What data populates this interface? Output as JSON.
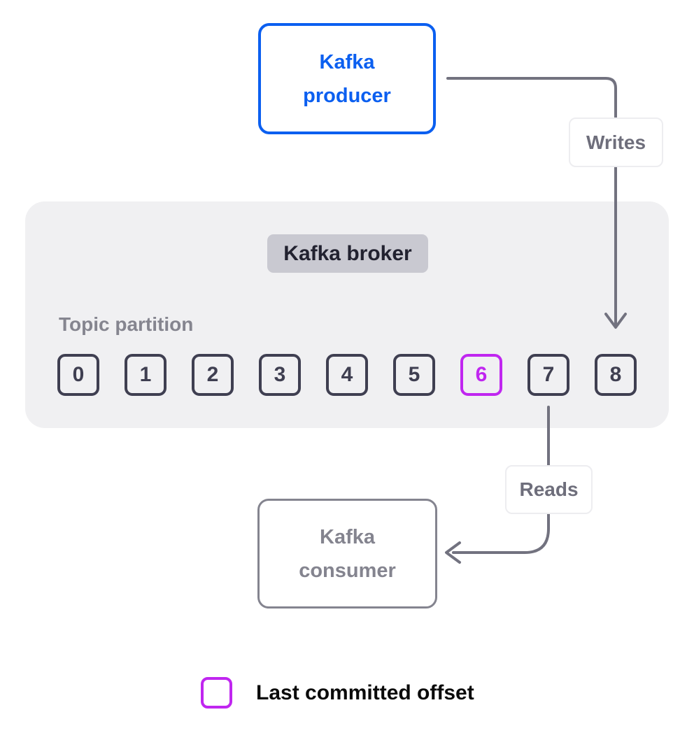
{
  "producer": {
    "label": "Kafka producer"
  },
  "consumer": {
    "label": "Kafka consumer"
  },
  "arrows": {
    "writes_label": "Writes",
    "reads_label": "Reads"
  },
  "broker": {
    "label": "Kafka broker",
    "partition_section_label": "Topic partition",
    "partitions": [
      "0",
      "1",
      "2",
      "3",
      "4",
      "5",
      "6",
      "7",
      "8"
    ],
    "highlighted_partition": "6"
  },
  "legend": {
    "label": "Last committed offset"
  },
  "colors": {
    "producer_blue": "#0b5ff0",
    "highlight_purple": "#c026f0",
    "partition_dark": "#3f3f51",
    "arrow_gray": "#72727f",
    "broker_bg": "#f0f0f2",
    "broker_pill_bg": "#c9c9d1",
    "muted_gray": "#84848f",
    "edge_label_text": "#6e6e7b"
  }
}
